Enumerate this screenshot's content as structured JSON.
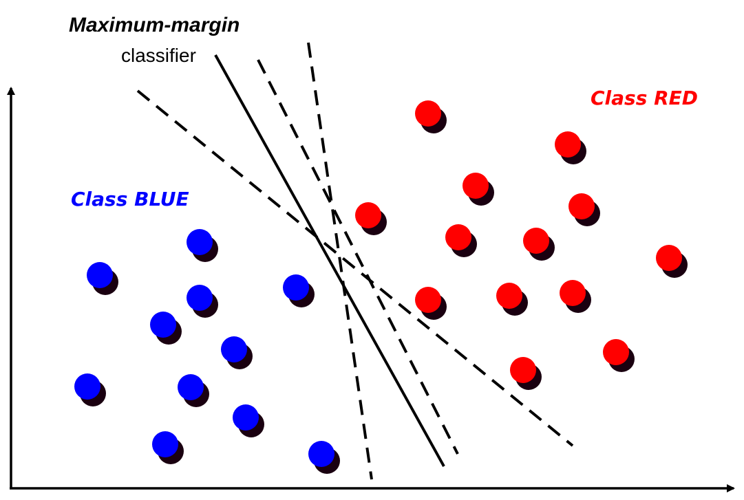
{
  "title": {
    "line1": "Maximum-margin",
    "line2": "classifier"
  },
  "labels": {
    "blue": "Class BLUE",
    "red": "Class RED"
  },
  "colors": {
    "blue": "#0000ff",
    "red": "#ff0000",
    "shadow": "#1a0010",
    "line": "#000000"
  },
  "chart_data": {
    "type": "scatter",
    "x_axis_ticks": "none",
    "y_axis_ticks": "none",
    "grid": false,
    "series": [
      {
        "name": "Class BLUE",
        "points": [
          [
            145,
            400
          ],
          [
            290,
            352
          ],
          [
            290,
            433
          ],
          [
            430,
            418
          ],
          [
            237,
            472
          ],
          [
            340,
            508
          ],
          [
            127,
            562
          ],
          [
            277,
            563
          ],
          [
            357,
            607
          ],
          [
            240,
            646
          ],
          [
            467,
            660
          ]
        ]
      },
      {
        "name": "Class RED",
        "points": [
          [
            622,
            165
          ],
          [
            825,
            210
          ],
          [
            691,
            270
          ],
          [
            845,
            300
          ],
          [
            535,
            313
          ],
          [
            666,
            345
          ],
          [
            779,
            350
          ],
          [
            972,
            375
          ],
          [
            622,
            436
          ],
          [
            740,
            430
          ],
          [
            832,
            426
          ],
          [
            895,
            512
          ],
          [
            760,
            538
          ]
        ]
      }
    ],
    "lines": [
      {
        "kind": "maximum-margin",
        "style": "solid",
        "from": [
          313,
          80
        ],
        "to": [
          645,
          678
        ]
      },
      {
        "kind": "candidate",
        "style": "dashed",
        "from": [
          200,
          132
        ],
        "to": [
          832,
          648
        ]
      },
      {
        "kind": "candidate",
        "style": "dashed",
        "from": [
          375,
          87
        ],
        "to": [
          665,
          660
        ]
      },
      {
        "kind": "candidate",
        "style": "dashed",
        "from": [
          448,
          62
        ],
        "to": [
          540,
          697
        ]
      }
    ]
  }
}
